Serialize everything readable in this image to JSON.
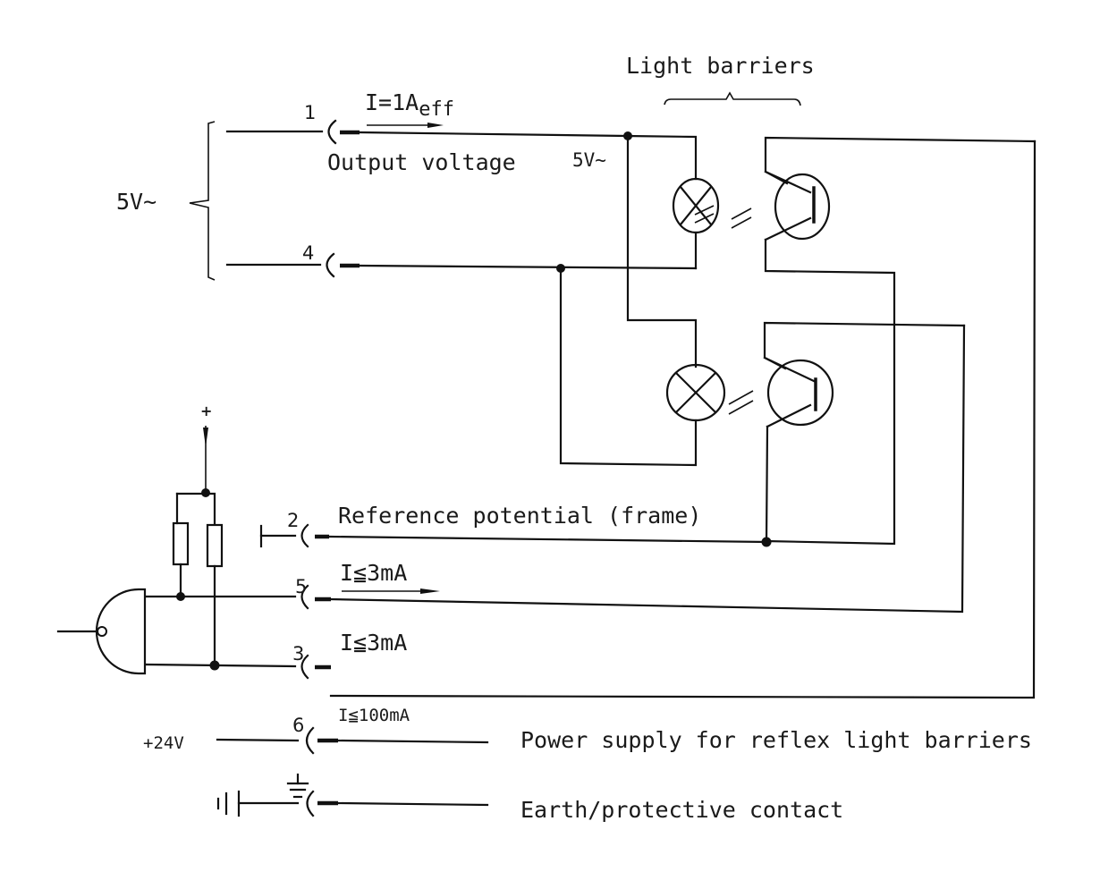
{
  "title": "Light barriers",
  "labels": {
    "supply_voltage": "5V~",
    "output_voltage": "Output voltage",
    "lamp_voltage": "5V~",
    "current_pin1": "I=1A",
    "current_pin1_sub": "eff",
    "reference": "Reference potential (frame)",
    "current_pin5": "I≦3mA",
    "current_pin3": "I≦3mA",
    "current_pin6": "I≦100mA",
    "plus_24v": "+24V",
    "power_supply": "Power supply for reflex light barriers",
    "earth": "Earth/protective contact",
    "plus": "+"
  },
  "pins": [
    "1",
    "4",
    "2",
    "5",
    "3",
    "6"
  ],
  "components": [
    {
      "type": "lamp",
      "name": "lamp-upper"
    },
    {
      "type": "phototransistor",
      "name": "phototransistor-upper"
    },
    {
      "type": "lamp",
      "name": "lamp-lower"
    },
    {
      "type": "phototransistor",
      "name": "phototransistor-lower"
    },
    {
      "type": "resistor",
      "name": "resistor-left"
    },
    {
      "type": "resistor",
      "name": "resistor-right"
    },
    {
      "type": "nand-gate",
      "name": "logic-gate"
    },
    {
      "type": "ground",
      "name": "earth-symbol"
    }
  ]
}
